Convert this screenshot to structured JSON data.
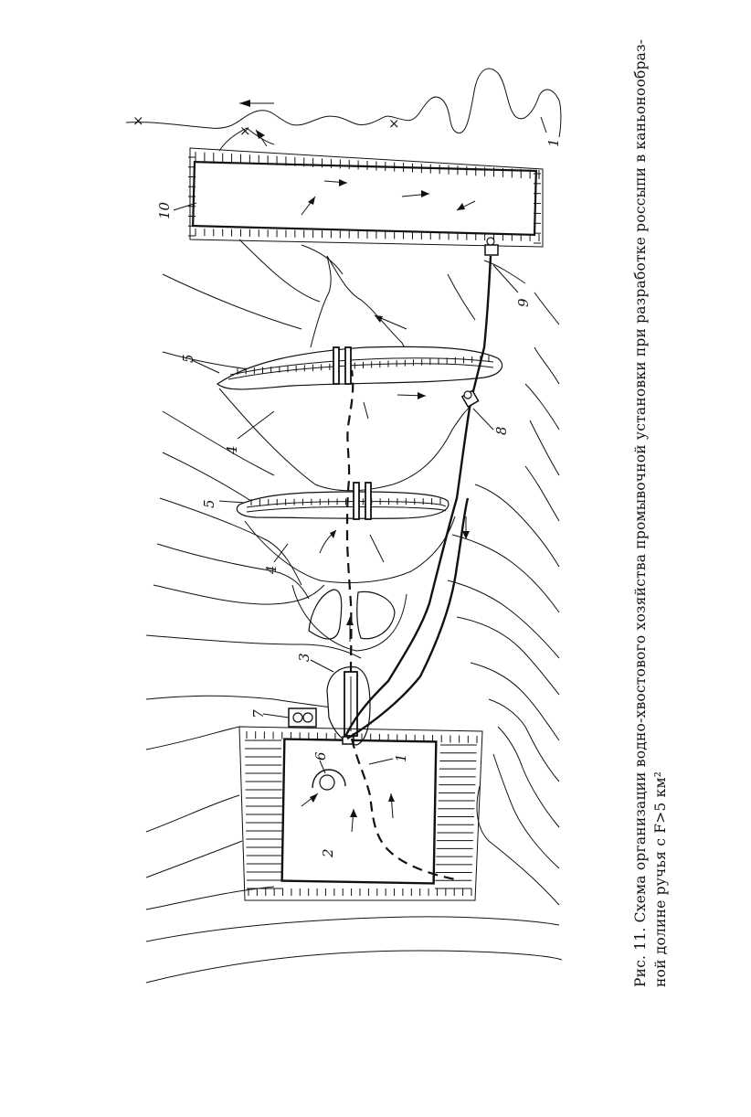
{
  "caption": {
    "line1": "Рис. 11. Схема организации водно-хвостового хозяйства промывочной установки при разработке россыпи в каньонообраз-",
    "line2": "ной долине ручья с F>5 км²"
  },
  "labels": {
    "l1a": "1",
    "l1b": "1",
    "l2": "2",
    "l3": "3",
    "l4a": "4",
    "l4b": "4",
    "l5a": "5",
    "l5b": "5",
    "l6": "6",
    "l7": "7",
    "l8": "8",
    "l9": "9",
    "l10": "10"
  }
}
